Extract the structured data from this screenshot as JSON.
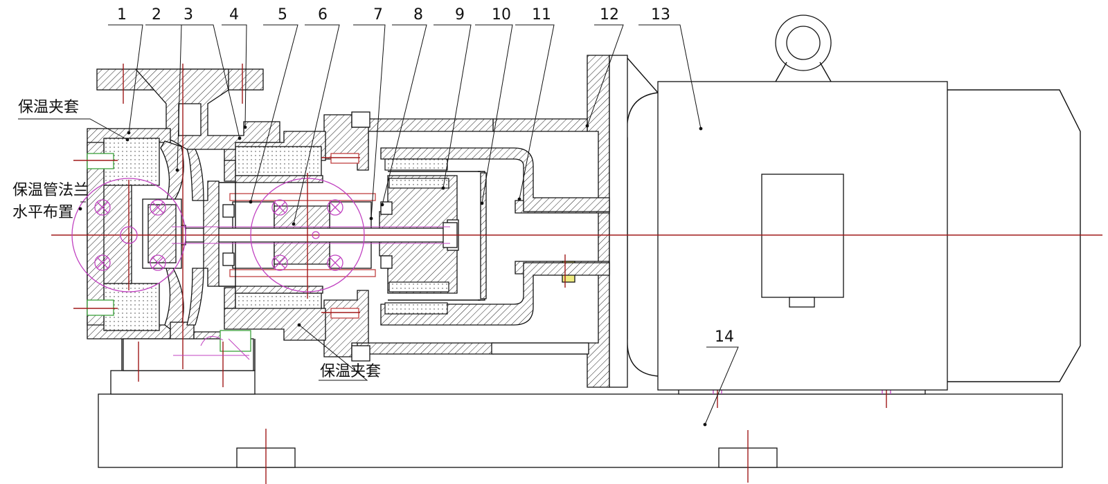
{
  "diagram": {
    "part_numbers": [
      "1",
      "2",
      "3",
      "4",
      "5",
      "6",
      "7",
      "8",
      "9",
      "10",
      "11",
      "12",
      "13",
      "14"
    ],
    "annotations": {
      "jacket_top_left": "保温夹套",
      "flange_line1": "保温管法兰",
      "flange_line2": "水平布置",
      "jacket_bottom": "保温夹套"
    },
    "colors": {
      "line": "#111111",
      "centerline": "#a01818",
      "bolt_circle": "#c040c0",
      "accent_green": "#3aa03a",
      "accent_yellow": "#e8e060"
    }
  }
}
